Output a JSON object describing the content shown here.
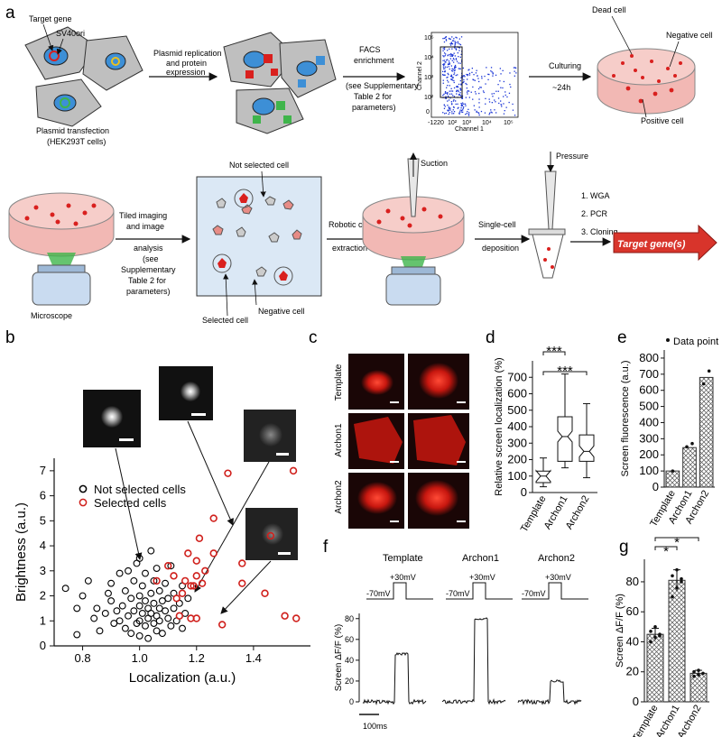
{
  "panel_labels": {
    "a": "a",
    "b": "b",
    "c": "c",
    "d": "d",
    "e": "e",
    "f": "f",
    "g": "g"
  },
  "workflow": {
    "cell_labels": {
      "target_gene": "Target gene",
      "sv40ori": "SV40ori"
    },
    "transfection": [
      "Plasmid transfection",
      "(HEK293T cells)"
    ],
    "replication": [
      "Plasmid replication",
      "and protein",
      "expression"
    ],
    "facs": [
      "FACS",
      "enrichment",
      "(see Supplementary",
      "Table 2 for",
      "parameters)"
    ],
    "flow_plot": {
      "xlabel": "Channel 1",
      "ylabel": "Channel 2",
      "xticks": [
        "-122",
        "0",
        "10²",
        "10³",
        "10⁴",
        "10⁵"
      ],
      "yticks": [
        "10⁵",
        "10⁴",
        "10³",
        "10²",
        "0"
      ]
    },
    "culturing": [
      "Culturing",
      "~24h"
    ],
    "dish_labels": {
      "dead": "Dead cell",
      "negative": "Negative cell",
      "positive": "Positive cell"
    },
    "tiled": [
      "Tiled imaging",
      "and image",
      "analysis",
      "(see",
      "Supplementary",
      "Table 2 for",
      "parameters)"
    ],
    "microscope": "Microscope",
    "imaging_labels": {
      "not_selected": "Not selected cell",
      "selected": "Selected cell",
      "negative": "Negative cell"
    },
    "robotic": [
      "Robotic cell",
      "extraction"
    ],
    "suction": "Suction",
    "single_cell": [
      "Single-cell",
      "deposition"
    ],
    "pressure": "Pressure",
    "steps": [
      "1. WGA",
      "2. PCR",
      "3. Cloning"
    ],
    "target_genes": "Target gene(s)",
    "colors": {
      "dish": "#f2b8b4",
      "red_cell": "#d9201e",
      "blue_cell": "#3d8fd6",
      "green_cell": "#3fb54b",
      "flow_points": "#1a35d6",
      "arrow_red": "#d8342b"
    }
  },
  "panel_b": {
    "xlabel": "Localization (a.u.)",
    "ylabel": "Brightness (a.u.)",
    "legend": [
      "Not selected cells",
      "Selected cells"
    ],
    "colors": {
      "not_selected": "#000000",
      "selected": "#d0201c"
    },
    "insets": 4
  },
  "panel_c": {
    "rows": [
      "Template",
      "Archon1",
      "Archon2"
    ],
    "image_colors": {
      "background": "#1a0606",
      "cell": "#e02820"
    }
  },
  "panel_f": {
    "columns": [
      "Template",
      "Archon1",
      "Archon2"
    ],
    "protocol": {
      "low": "-70mV",
      "high": "+30mV"
    },
    "ylabel": "Screen ΔF/F (%)",
    "scalebar": "100ms"
  },
  "chart_data": [
    {
      "id": "b",
      "type": "scatter",
      "title": "",
      "xlabel": "Localization (a.u.)",
      "ylabel": "Brightness (a.u.)",
      "xlim": [
        0.7,
        1.6
      ],
      "ylim": [
        0,
        7.5
      ],
      "xticks": [
        0.8,
        1.0,
        1.2,
        1.4
      ],
      "yticks": [
        0,
        1,
        2,
        3,
        4,
        5,
        6,
        7
      ],
      "legend_position": "top-left",
      "series": [
        {
          "name": "Not selected cells",
          "points": [
            [
              0.74,
              2.3
            ],
            [
              0.78,
              1.5
            ],
            [
              0.78,
              0.45
            ],
            [
              0.8,
              2.0
            ],
            [
              0.82,
              2.6
            ],
            [
              0.84,
              1.1
            ],
            [
              0.85,
              1.5
            ],
            [
              0.86,
              0.6
            ],
            [
              0.88,
              1.3
            ],
            [
              0.89,
              2.1
            ],
            [
              0.9,
              1.8
            ],
            [
              0.9,
              2.5
            ],
            [
              0.91,
              0.9
            ],
            [
              0.92,
              1.4
            ],
            [
              0.93,
              1.0
            ],
            [
              0.93,
              2.9
            ],
            [
              0.94,
              1.6
            ],
            [
              0.95,
              0.7
            ],
            [
              0.95,
              2.2
            ],
            [
              0.96,
              1.2
            ],
            [
              0.96,
              3.0
            ],
            [
              0.97,
              1.9
            ],
            [
              0.97,
              0.5
            ],
            [
              0.98,
              2.6
            ],
            [
              0.98,
              1.4
            ],
            [
              0.99,
              0.9
            ],
            [
              0.99,
              3.3
            ],
            [
              1.0,
              1.0
            ],
            [
              1.0,
              2.0
            ],
            [
              1.0,
              1.6
            ],
            [
              1.0,
              0.4
            ],
            [
              1.0,
              3.5
            ],
            [
              1.01,
              1.3
            ],
            [
              1.01,
              2.4
            ],
            [
              1.02,
              0.8
            ],
            [
              1.02,
              1.8
            ],
            [
              1.02,
              2.9
            ],
            [
              1.03,
              1.1
            ],
            [
              1.03,
              1.5
            ],
            [
              1.03,
              0.3
            ],
            [
              1.04,
              2.1
            ],
            [
              1.04,
              1.3
            ],
            [
              1.04,
              3.8
            ],
            [
              1.05,
              0.9
            ],
            [
              1.05,
              1.7
            ],
            [
              1.05,
              2.6
            ],
            [
              1.06,
              1.2
            ],
            [
              1.06,
              0.6
            ],
            [
              1.06,
              3.1
            ],
            [
              1.07,
              1.5
            ],
            [
              1.07,
              2.2
            ],
            [
              1.07,
              1.0
            ],
            [
              1.08,
              1.8
            ],
            [
              1.08,
              0.5
            ],
            [
              1.09,
              1.4
            ],
            [
              1.09,
              2.5
            ],
            [
              1.1,
              1.1
            ],
            [
              1.1,
              1.9
            ],
            [
              1.11,
              0.8
            ],
            [
              1.11,
              3.2
            ],
            [
              1.12,
              1.5
            ],
            [
              1.12,
              2.1
            ],
            [
              1.13,
              1.0
            ],
            [
              1.14,
              1.7
            ],
            [
              1.15,
              2.4
            ],
            [
              1.15,
              0.7
            ],
            [
              1.16,
              1.3
            ],
            [
              1.17,
              1.9
            ]
          ]
        },
        {
          "name": "Selected cells",
          "points": [
            [
              1.06,
              2.6
            ],
            [
              1.1,
              3.2
            ],
            [
              1.12,
              2.8
            ],
            [
              1.13,
              1.9
            ],
            [
              1.14,
              1.2
            ],
            [
              1.15,
              2.1
            ],
            [
              1.16,
              2.6
            ],
            [
              1.17,
              3.7
            ],
            [
              1.18,
              1.1
            ],
            [
              1.18,
              2.4
            ],
            [
              1.19,
              2.4
            ],
            [
              1.2,
              1.1
            ],
            [
              1.2,
              2.8
            ],
            [
              1.2,
              3.4
            ],
            [
              1.21,
              4.3
            ],
            [
              1.22,
              2.5
            ],
            [
              1.23,
              3.0
            ],
            [
              1.26,
              5.1
            ],
            [
              1.26,
              3.7
            ],
            [
              1.29,
              0.85
            ],
            [
              1.31,
              6.9
            ],
            [
              1.36,
              2.5
            ],
            [
              1.36,
              3.3
            ],
            [
              1.44,
              2.1
            ],
            [
              1.46,
              4.4
            ],
            [
              1.51,
              1.2
            ],
            [
              1.54,
              7.0
            ],
            [
              1.55,
              1.1
            ]
          ]
        }
      ]
    },
    {
      "id": "d",
      "type": "box",
      "title": "",
      "ylabel": "Relative screen localization (%)",
      "categories": [
        "Template",
        "Archon1",
        "Archon2"
      ],
      "ylim": [
        0,
        800
      ],
      "yticks": [
        0,
        100,
        200,
        300,
        400,
        500,
        600,
        700
      ],
      "boxes": [
        {
          "min": 35,
          "q1": 60,
          "median": 100,
          "q3": 130,
          "max": 210
        },
        {
          "min": 150,
          "q1": 190,
          "median": 340,
          "q3": 460,
          "max": 720
        },
        {
          "min": 90,
          "q1": 190,
          "median": 250,
          "q3": 350,
          "max": 540
        }
      ],
      "significance": [
        {
          "pair": [
            0,
            1
          ],
          "label": "***"
        },
        {
          "pair": [
            0,
            2
          ],
          "label": "***"
        }
      ]
    },
    {
      "id": "e",
      "type": "bar",
      "title": "",
      "ylabel": "Screen fluorescence (a.u.)",
      "categories": [
        "Template",
        "Archon1",
        "Archon2"
      ],
      "values": [
        100,
        245,
        680
      ],
      "points": [
        [
          100
        ],
        [
          250,
          270
        ],
        [
          640,
          720
        ]
      ],
      "ylim": [
        0,
        850
      ],
      "yticks": [
        0,
        100,
        200,
        300,
        400,
        500,
        600,
        700,
        800
      ],
      "legend": "Data point",
      "legend_position": "top-right"
    },
    {
      "id": "f",
      "type": "line",
      "title": "",
      "ylabel": "Screen ΔF/F (%)",
      "ylim": [
        0,
        85
      ],
      "yticks": [
        0,
        20,
        40,
        60,
        80
      ],
      "series": [
        {
          "name": "Template",
          "baseline": 0,
          "peak": 46
        },
        {
          "name": "Archon1",
          "baseline": 0,
          "peak": 80
        },
        {
          "name": "Archon2",
          "baseline": 0,
          "peak": 20
        }
      ]
    },
    {
      "id": "g",
      "type": "bar",
      "title": "",
      "ylabel": "Screen ΔF/F (%)",
      "categories": [
        "Template",
        "Archon1",
        "Archon2"
      ],
      "values": [
        45,
        81,
        19
      ],
      "errors": [
        4,
        7,
        2
      ],
      "points": [
        [
          40,
          43,
          45,
          47,
          50,
          44
        ],
        [
          70,
          76,
          80,
          84,
          88,
          82
        ],
        [
          17,
          18,
          19,
          20,
          21
        ]
      ],
      "ylim": [
        0,
        95
      ],
      "yticks": [
        0,
        20,
        40,
        60,
        80
      ],
      "significance": [
        {
          "pair": [
            0,
            1
          ],
          "label": "*"
        },
        {
          "pair": [
            0,
            2
          ],
          "label": "*"
        }
      ]
    }
  ]
}
